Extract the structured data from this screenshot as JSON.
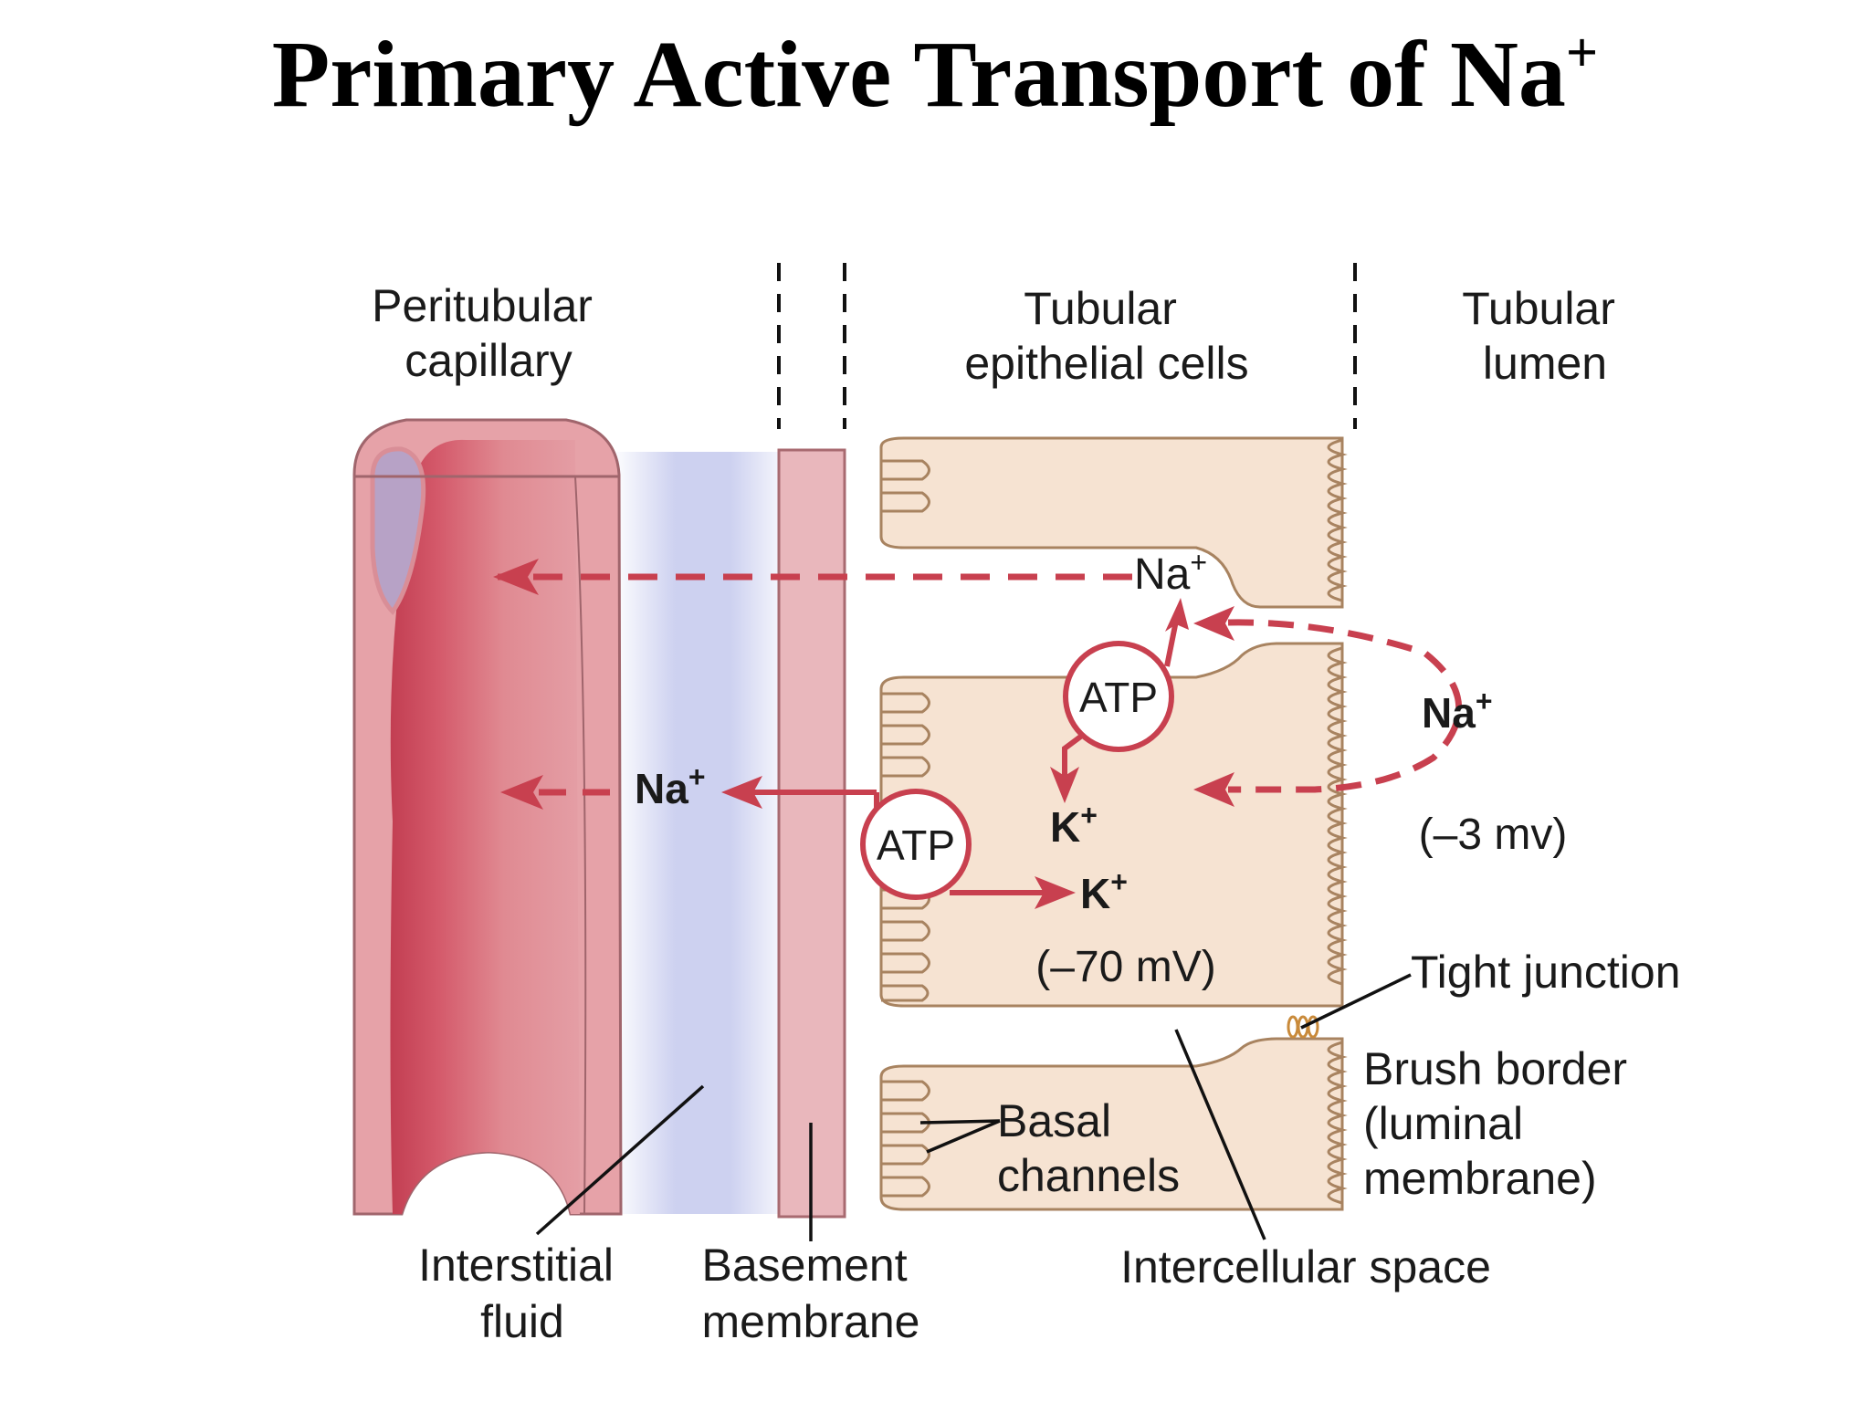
{
  "title": {
    "text": "Primary Active Transport of Na",
    "superscript": "+"
  },
  "region_labels": {
    "peritubular_capillary": [
      "Peritubular",
      "capillary"
    ],
    "tubular_epithelial_cells": [
      "Tubular",
      "epithelial cells"
    ],
    "tubular_lumen": [
      "Tubular",
      "lumen"
    ]
  },
  "bottom_labels": {
    "interstitial_fluid": [
      "Interstitial",
      "fluid"
    ],
    "basement_membrane": [
      "Basement",
      "membrane"
    ],
    "intercellular_space": "Intercellular space",
    "basal_channels": [
      "Basal",
      "channels"
    ],
    "tight_junction": "Tight junction",
    "brush_border": [
      "Brush border",
      "(luminal",
      "membrane)"
    ]
  },
  "ions": {
    "na_symbol": "Na",
    "k_symbol": "K",
    "charge": "+"
  },
  "pump_label": "ATP",
  "potentials": {
    "cell": "(–70 mV)",
    "lumen": "(–3 mv)"
  },
  "colors": {
    "arrow": "#c8404f",
    "cell_fill": "#f6e3d2",
    "cell_stroke": "#a88360",
    "capillary_outer": "#e8a5aa",
    "capillary_inner": "#c94a5c",
    "interstitial": "#c9cdee",
    "basement": "#e9b8bd"
  }
}
